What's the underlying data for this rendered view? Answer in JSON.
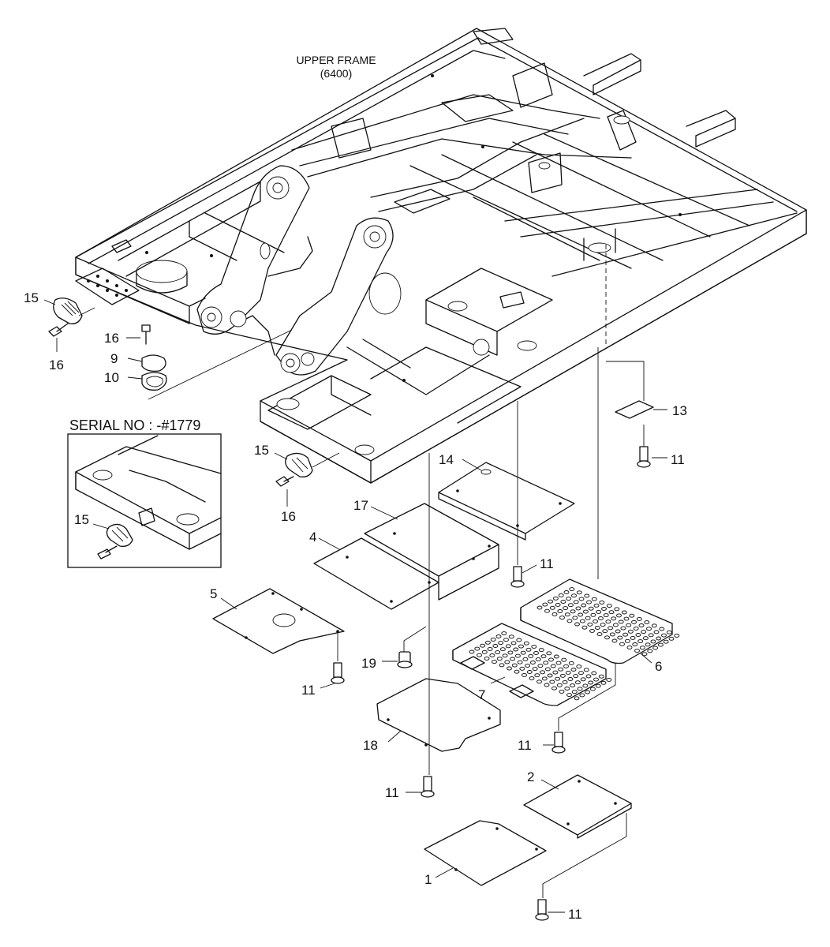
{
  "title": {
    "line1": "UPPER FRAME",
    "line2": "(6400)"
  },
  "inset": {
    "label": "SERIAL NO : -#1779",
    "callout": "15"
  },
  "callouts": {
    "c15a": "15",
    "c16a": "16",
    "c16b": "16",
    "c9": "9",
    "c10": "10",
    "c15b": "15",
    "c16c": "16",
    "c13": "13",
    "c11a": "11",
    "c14": "14",
    "c17": "17",
    "c4": "4",
    "c11b": "11",
    "c5": "5",
    "c11c": "11",
    "c19": "19",
    "c6": "6",
    "c7": "7",
    "c11d": "11",
    "c18": "18",
    "c11e": "11",
    "c2": "2",
    "c1": "1",
    "c11f": "11"
  }
}
